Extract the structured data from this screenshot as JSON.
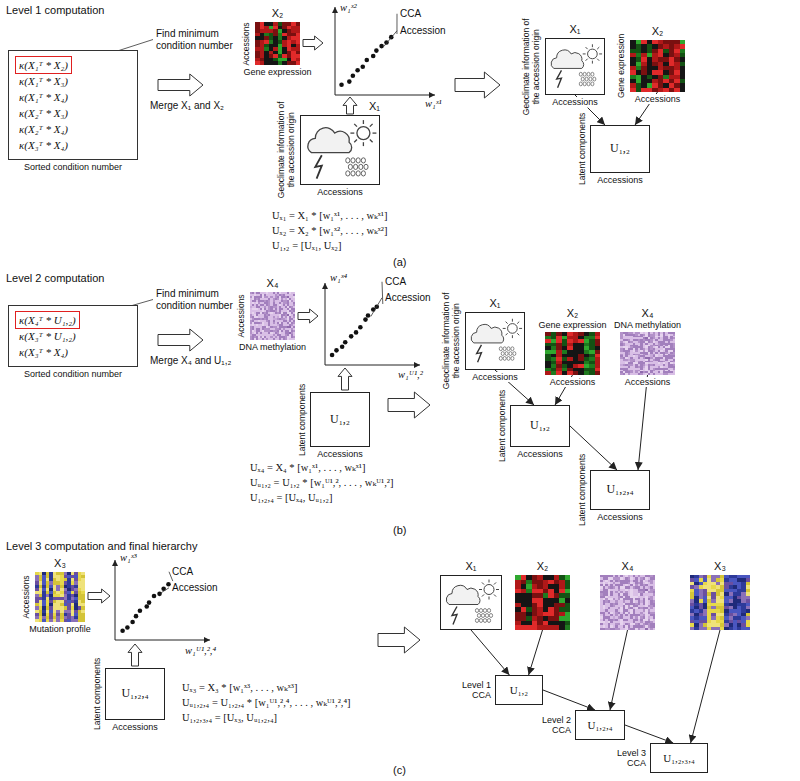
{
  "diagram": {
    "nodes": [
      {
        "text": [
          "κ(X₁ᵀ * X₂)",
          "κ(X₁ᵀ * X₃)",
          "κ(X₁ᵀ * X₄)",
          "κ(X₂ᵀ * X₃)",
          "κ(X₂ᵀ * X₄)",
          "κ(X₃ᵀ * X₄)",
          "Sorted condition number"
        ]
      },
      {
        "text": [
          "X₂",
          "Accessions",
          "Gene expression"
        ]
      },
      {
        "text": [
          "X₁",
          "Geoclimate information of the accession origin",
          "Accessions"
        ]
      },
      {
        "text": [
          "X₁",
          "Geoclimate information of the accession origin",
          "Accessions"
        ]
      },
      {
        "text": [
          "X₂",
          "Gene expression",
          "Accessions"
        ]
      },
      {
        "text": [
          "U₁,₂",
          "Latent components",
          "Accessions"
        ]
      },
      {
        "text": [
          "κ(X₄ᵀ * U₁,₂)",
          "κ(X₃ᵀ * U₁,₂)",
          "κ(X₃ᵀ * X₄)",
          "Sorted condition number"
        ]
      },
      {
        "text": [
          "X₄",
          "Accessions",
          "DNA methylation"
        ]
      },
      {
        "text": [
          "U₁,₂",
          "Latent components",
          "Accessions"
        ]
      },
      {
        "text": [
          "X₁",
          "Geoclimate information of the accession origin",
          "Accessions"
        ]
      },
      {
        "text": [
          "X₂",
          "Gene expression",
          "Accessions"
        ]
      },
      {
        "text": [
          "X₄",
          "DNA methylation",
          "Accessions"
        ]
      },
      {
        "text": [
          "U₁,₂",
          "Latent components",
          "Accessions"
        ]
      },
      {
        "text": [
          "U₁,₂,₄",
          "Latent components",
          "Accessions"
        ]
      },
      {
        "text": [
          "X₃",
          "Accessions",
          "Mutation profile"
        ]
      },
      {
        "text": [
          "U₁,₂,₄",
          "Latent components",
          "Accessions"
        ]
      },
      {
        "text": [
          "X₁"
        ]
      },
      {
        "text": [
          "X₂"
        ]
      },
      {
        "text": [
          "X₄"
        ]
      },
      {
        "text": [
          "X₃"
        ]
      },
      {
        "text": [
          "U₁,₂",
          "Level 1 CCA"
        ]
      },
      {
        "text": [
          "U₁,₂,₄",
          "Level 2 CCA"
        ]
      },
      {
        "text": [
          "U₁,₂,₃,₄",
          "Level 3 CCA"
        ]
      }
    ],
    "edges": [
      {
        "from": 3,
        "to": 5,
        "arrow": "to"
      },
      {
        "from": 4,
        "to": 5,
        "arrow": "to"
      },
      {
        "from": 9,
        "to": 12,
        "arrow": "to"
      },
      {
        "from": 10,
        "to": 12,
        "arrow": "to"
      },
      {
        "from": 12,
        "to": 13,
        "arrow": "to"
      },
      {
        "from": 11,
        "to": 13,
        "arrow": "to"
      },
      {
        "from": 16,
        "to": 20,
        "arrow": "to"
      },
      {
        "from": 17,
        "to": 20,
        "arrow": "to"
      },
      {
        "from": 20,
        "to": 21,
        "arrow": "to"
      },
      {
        "from": 18,
        "to": 21,
        "arrow": "to"
      },
      {
        "from": 21,
        "to": 22,
        "arrow": "to"
      },
      {
        "from": 19,
        "to": 22,
        "arrow": "to"
      }
    ],
    "labels": [
      "Level 1 computation",
      "Find minimum condition number",
      "Merge X₁ and X₂",
      "CCA",
      "Accession",
      "w₁ˣ²",
      "w₁ˣ¹",
      "Uₓ₁ = X₁ * [w₁ˣ¹, . . . , wₖˣ¹]",
      "Uₓ₂ = X₂ * [w₁ˣ², . . . , wₖˣ²]",
      "U₁,₂ = [Uₓ₁, Uₓ₂]",
      "(a)",
      "Level 2 computation",
      "Find minimum condition number",
      "Merge X₄ and U₁,₂",
      "CCA",
      "Accession",
      "w₁ˣ⁴",
      "w₁ᵁ¹,²",
      "Uₓ₄ = X₄ * [w₁ˣ¹, . . . , wₖˣ¹]",
      "Uᵤ₁,₂ = U₁,₂ * [w₁ᵁ¹,², . . . , wₖᵁ¹,²]",
      "U₁,₂,₄ = [Uₓ₄, Uᵤ₁,₂]",
      "(b)",
      "Level 3 computation and final hierarchy",
      "CCA",
      "Accession",
      "w₁ˣ³",
      "w₁ᵁ¹,²,⁴",
      "Uₓ₃ = X₃ * [w₁ˣ³, . . . , wₖˣ³]",
      "Uᵤ₁,₂,₄ = U₁,₂,₄ * [w₁ᵁ¹,²,⁴, . . . , wₖᵁ¹,²,⁴]",
      "U₁,₂,₃,₄ = [Uₓ₃, Uᵤ₁,₂,₄]",
      "(c)"
    ]
  }
}
